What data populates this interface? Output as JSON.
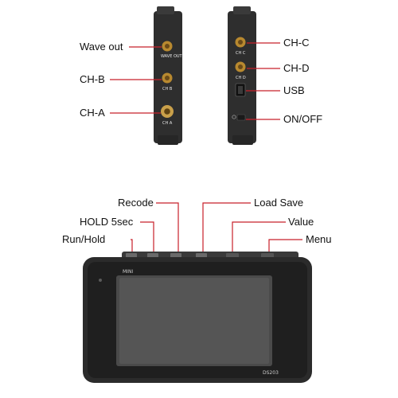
{
  "top_left_panel": {
    "callouts": {
      "wave_out": "Wave out",
      "ch_b": "CH-B",
      "ch_a": "CH-A"
    },
    "printed_labels": {
      "wave_out": "WAVE OUT",
      "ch_b": "CH B",
      "ch_a": "CH A"
    }
  },
  "top_right_panel": {
    "callouts": {
      "ch_c": "CH-C",
      "ch_d": "CH-D",
      "usb": "USB",
      "on_off": "ON/OFF"
    },
    "printed_labels": {
      "ch_c": "CH C",
      "ch_d": "CH D"
    }
  },
  "device_front": {
    "callouts": {
      "recode": "Recode",
      "load_save": "Load Save",
      "hold": "HOLD 5sec",
      "value": "Value",
      "run_hold": "Run/Hold",
      "menu": "Menu"
    },
    "model_label": "DS203",
    "logo_text": "MINI"
  },
  "colors": {
    "callout_line": "#c8202a",
    "device_body": "#2b2b2b",
    "screen": "#4a4a4a",
    "bnc_gold": "#c9a04a"
  }
}
